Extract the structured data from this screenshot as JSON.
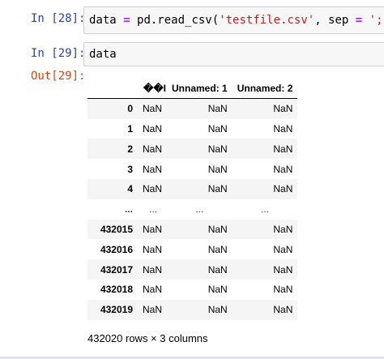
{
  "cells": {
    "in28": {
      "prompt": "In [28]:",
      "code": {
        "var": "data",
        "eq": " = ",
        "call": "pd.read_csv(",
        "arg1": "'testfile.csv'",
        "sep_text": ", sep ",
        "eq2": "=",
        "space": " ",
        "arg2": "';'",
        "close": ")"
      }
    },
    "in29": {
      "prompt": "In [29]:",
      "code": "data"
    },
    "out29": {
      "prompt": "Out[29]:"
    }
  },
  "dataframe": {
    "columns": [
      "��I",
      "Unnamed: 1",
      "Unnamed: 2"
    ],
    "rows": [
      {
        "index": "0",
        "values": [
          "NaN",
          "NaN",
          "NaN"
        ]
      },
      {
        "index": "1",
        "values": [
          "NaN",
          "NaN",
          "NaN"
        ]
      },
      {
        "index": "2",
        "values": [
          "NaN",
          "NaN",
          "NaN"
        ]
      },
      {
        "index": "3",
        "values": [
          "NaN",
          "NaN",
          "NaN"
        ]
      },
      {
        "index": "4",
        "values": [
          "NaN",
          "NaN",
          "NaN"
        ]
      },
      {
        "index": "...",
        "values": [
          "...",
          "...",
          "..."
        ]
      },
      {
        "index": "432015",
        "values": [
          "NaN",
          "NaN",
          "NaN"
        ]
      },
      {
        "index": "432016",
        "values": [
          "NaN",
          "NaN",
          "NaN"
        ]
      },
      {
        "index": "432017",
        "values": [
          "NaN",
          "NaN",
          "NaN"
        ]
      },
      {
        "index": "432018",
        "values": [
          "NaN",
          "NaN",
          "NaN"
        ]
      },
      {
        "index": "432019",
        "values": [
          "NaN",
          "NaN",
          "NaN"
        ]
      }
    ],
    "shape_text": "432020 rows × 3 columns"
  }
}
